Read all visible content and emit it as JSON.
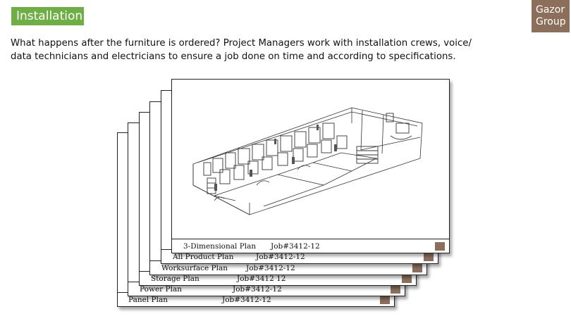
{
  "header": {
    "title": "Installation"
  },
  "logo": {
    "line1": "Gazor",
    "line2": "Group",
    "color": "#8c6f5b"
  },
  "intro": {
    "text": "What happens after the furniture is ordered? Project Managers work with installation crews, voice/ data technicians and electricians to ensure a job done on time and according to specifications."
  },
  "accent_color": "#6fae45",
  "sheets": [
    {
      "label": "Panel Plan",
      "job": "Job#3412-12"
    },
    {
      "label": "Power Plan",
      "job": "Job#3412-12"
    },
    {
      "label": "Storage Plan",
      "job": "Job#3412 12"
    },
    {
      "label": "Worksurface Plan",
      "job": "Job#3412-12"
    },
    {
      "label": "All Product Plan",
      "job": "Job#3412-12"
    },
    {
      "label": "3-Dimensional Plan",
      "job": "Job#3412-12"
    }
  ]
}
